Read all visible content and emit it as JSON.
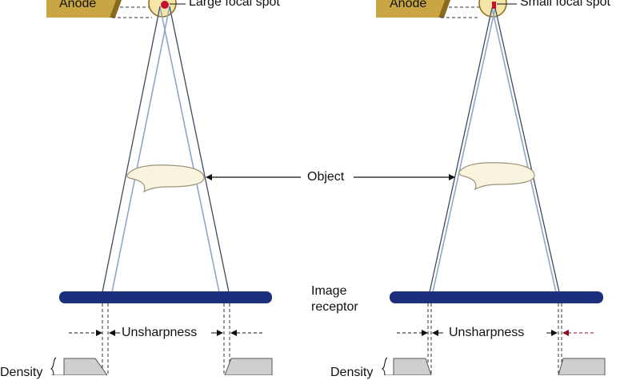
{
  "labels": {
    "anode": "Anode",
    "large_focal_spot": "Large focal spot",
    "small_focal_spot": "Small focal spot",
    "object": "Object",
    "image_receptor": "Image receptor",
    "image_receptor_line1": "Image",
    "image_receptor_line2": "receptor",
    "unsharpness": "Unsharpness",
    "density": "Density"
  },
  "colors": {
    "anode_fill": "#c9a544",
    "anode_dark": "#8a6a1c",
    "tube_fill": "#f5e6a8",
    "focal_spot": "#c8102e",
    "receptor": "#1b2f7c",
    "beam": "#8fa6c8",
    "object_fill": "#f8f4de",
    "density_fill": "#cfcfcf"
  }
}
